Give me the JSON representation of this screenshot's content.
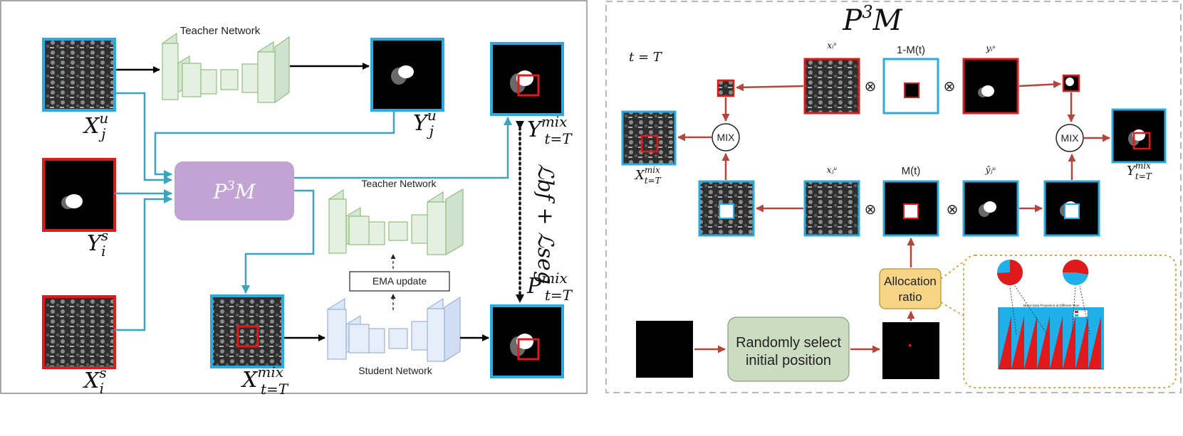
{
  "left_panel": {
    "teacher_top_label": "Teacher Network",
    "teacher_mid_label": "Teacher Network",
    "student_label": "Student Network",
    "ema_label": "EMA update",
    "p3m_block": {
      "base": "P",
      "sup": "3",
      "tail": "M"
    },
    "xju": {
      "base": "X",
      "sup": "u",
      "sub": "j"
    },
    "yju": {
      "base": "Y",
      "sup": "u",
      "sub": "j"
    },
    "yis": {
      "base": "Y",
      "sup": "s",
      "sub": "i"
    },
    "xis": {
      "base": "X",
      "sup": "s",
      "sub": "i"
    },
    "ymix": {
      "base": "Y",
      "sup": "mix",
      "sub": "t=T"
    },
    "pmix": {
      "base": "P",
      "sup": "mix",
      "sub": "t=T"
    },
    "xmix": {
      "base": "X",
      "sup": "mix",
      "sub": "t=T"
    },
    "loss": "ℒbf + ℒseg"
  },
  "right_panel": {
    "title": {
      "base": "P",
      "sup": "3",
      "tail": "M"
    },
    "t_eq": "t = T",
    "one_minus_m": "1-M(t)",
    "m_t": "M(t)",
    "xis_small": "xᵢˢ",
    "yis_small": "yᵢˢ",
    "xju_small": "xⱼᵘ",
    "yju_small": "ŷⱼᵘ",
    "otimes": "⊗",
    "mix": "MIX",
    "xmix": {
      "base": "X",
      "sup": "mix",
      "sub": "t=T"
    },
    "ymix": {
      "base": "Y",
      "sup": "mix",
      "sub": "t=T"
    },
    "allocation_line1": "Allocation",
    "allocation_line2": "ratio",
    "random_line1": "Randomly select",
    "random_line2": "initial position",
    "mini_chart_title": "Mixed Data Proportion at Different Time"
  },
  "colors": {
    "blue_border": "#29abe2",
    "red_border": "#e0191b",
    "teal_arrow": "#3aa3bd",
    "brown_arrow": "#b5453a",
    "p3m_fill": "#c3a3d3",
    "teacher_fill": "#d5e8d4",
    "teacher_stroke": "#82b366",
    "student_fill": "#dae8fc",
    "student_stroke": "#8ea6c9",
    "alloc_fill": "#f7d486",
    "random_fill": "#cbdcc0",
    "dotted_orange": "#e0a43a"
  }
}
